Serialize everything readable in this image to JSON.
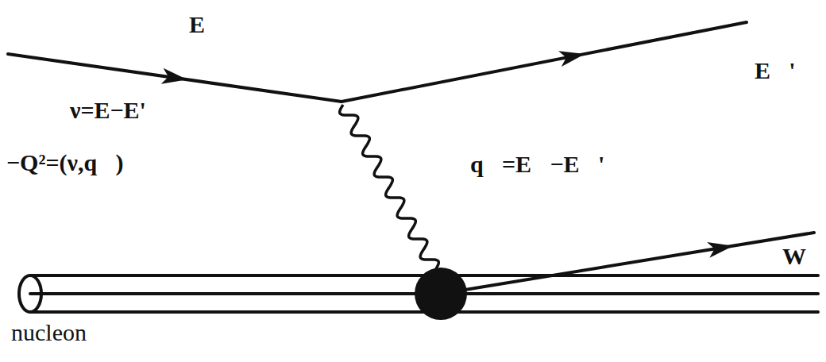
{
  "diagram": {
    "labels": [
      "E⃗",
      "E⃗'",
      "ν=E−E'",
      "−Q²=(ν,q⃗)",
      "q⃗=E⃗−E⃗'",
      "W",
      "nucleon"
    ]
  }
}
